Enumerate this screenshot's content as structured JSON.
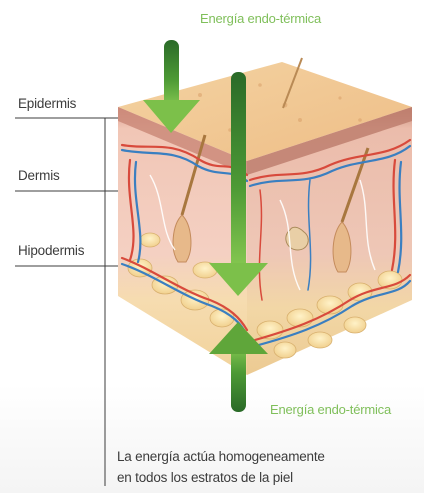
{
  "energy_label_top": "Energía endo-térmica",
  "energy_label_bottom": "Energía endo-térmica",
  "layers": {
    "epidermis": "Epidermis",
    "dermis": "Dermis",
    "hipodermis": "Hipodermis"
  },
  "caption": {
    "line1": "La energía actúa homogeneamente",
    "line2": "en todos los estratos de la piel"
  },
  "colors": {
    "energy_text": "#7fbf5a",
    "arrow_light": "#7cc04a",
    "arrow_dark": "#2f6f2c",
    "skin_surface": "#f0c792",
    "dermis": "#f3c7b9",
    "hypodermis": "#f7e0a6",
    "artery": "#d84a3c",
    "vein": "#3a7fc1"
  }
}
